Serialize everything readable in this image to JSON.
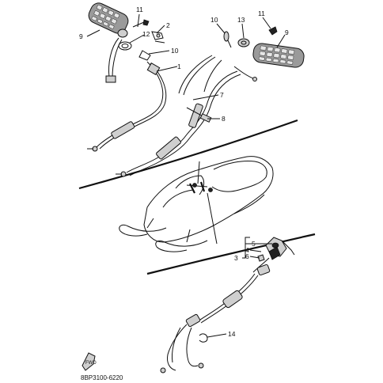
{
  "labels": {
    "l1": "1",
    "l2": "2",
    "l3": "3",
    "l4": "4",
    "l5": "5",
    "l6": "6",
    "l7": "7",
    "l8": "8",
    "l9a": "9",
    "l9b": "9",
    "l10a": "10",
    "l10b": "10",
    "l11a": "11",
    "l11b": "11",
    "l12": "12",
    "l13": "13",
    "l14": "14"
  },
  "code": "8BP3100-6220"
}
